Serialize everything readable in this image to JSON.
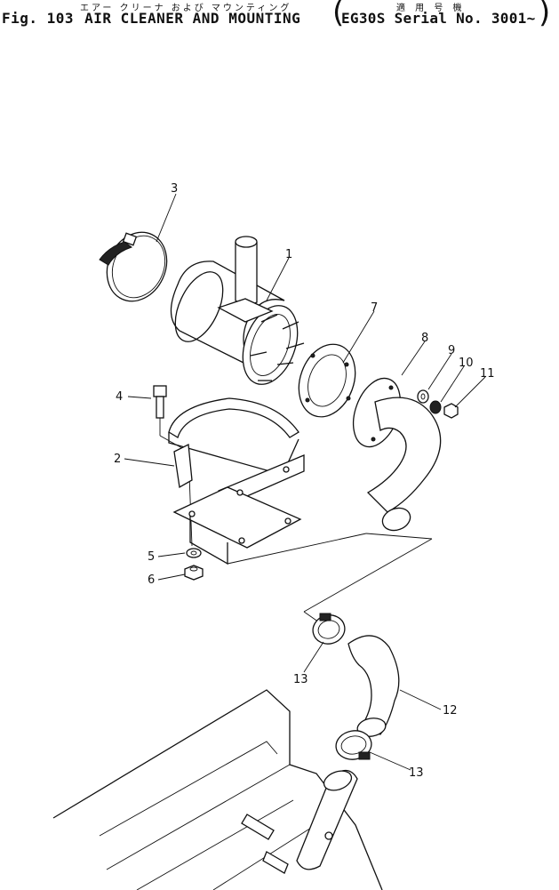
{
  "header": {
    "japanese_title": "エアー クリーナ および マウンティング",
    "japanese_serial": "適 用 号 機",
    "fig_label": "Fig. 103",
    "title": "AIR CLEANER AND MOUNTING",
    "serial": "EG30S Serial No. 3001~"
  },
  "callouts": [
    {
      "id": "c3",
      "label": "3"
    },
    {
      "id": "c1",
      "label": "1"
    },
    {
      "id": "c7",
      "label": "7"
    },
    {
      "id": "c8",
      "label": "8"
    },
    {
      "id": "c9",
      "label": "9"
    },
    {
      "id": "c10",
      "label": "10"
    },
    {
      "id": "c11",
      "label": "11"
    },
    {
      "id": "c4",
      "label": "4"
    },
    {
      "id": "c2",
      "label": "2"
    },
    {
      "id": "c5",
      "label": "5"
    },
    {
      "id": "c6",
      "label": "6"
    },
    {
      "id": "c13a",
      "label": "13"
    },
    {
      "id": "c12",
      "label": "12"
    },
    {
      "id": "c13b",
      "label": "13"
    }
  ]
}
